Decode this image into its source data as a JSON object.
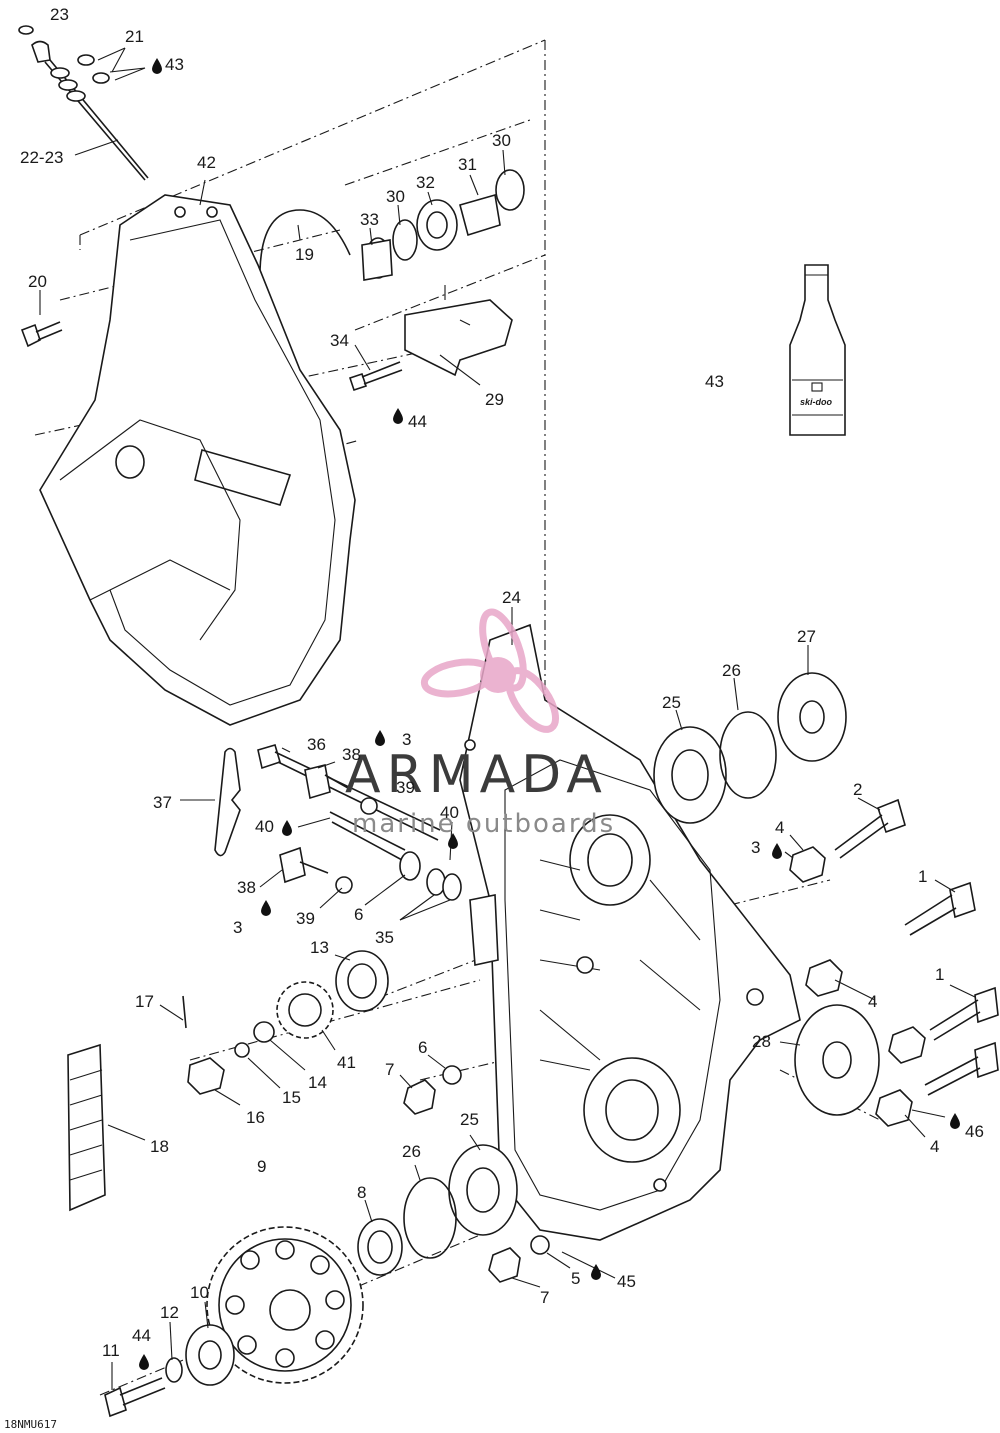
{
  "diagram": {
    "drawing_code": "18NMU617",
    "watermark": {
      "brand": "ARMADA",
      "tagline": "marine outboards",
      "logo_color": "#e8a6c8"
    },
    "bottle_label": "ski-doo",
    "callouts": [
      {
        "id": "c23a",
        "text": "23"
      },
      {
        "id": "c21",
        "text": "21"
      },
      {
        "id": "c43a",
        "text": "43"
      },
      {
        "id": "c22_23",
        "text": "22-23"
      },
      {
        "id": "c42",
        "text": "42"
      },
      {
        "id": "c19",
        "text": "19"
      },
      {
        "id": "c20",
        "text": "20"
      },
      {
        "id": "c33",
        "text": "33"
      },
      {
        "id": "c30a",
        "text": "30"
      },
      {
        "id": "c32",
        "text": "32"
      },
      {
        "id": "c31",
        "text": "31"
      },
      {
        "id": "c30b",
        "text": "30"
      },
      {
        "id": "c34",
        "text": "34"
      },
      {
        "id": "c29",
        "text": "29"
      },
      {
        "id": "c44a",
        "text": "44"
      },
      {
        "id": "c43b",
        "text": "43"
      },
      {
        "id": "c24",
        "text": "24"
      },
      {
        "id": "c27",
        "text": "27"
      },
      {
        "id": "c26a",
        "text": "26"
      },
      {
        "id": "c25a",
        "text": "25"
      },
      {
        "id": "c36",
        "text": "36"
      },
      {
        "id": "c38a",
        "text": "38"
      },
      {
        "id": "c3a",
        "text": "3"
      },
      {
        "id": "c39a",
        "text": "39"
      },
      {
        "id": "c37",
        "text": "37"
      },
      {
        "id": "c40a",
        "text": "40"
      },
      {
        "id": "c40b",
        "text": "40"
      },
      {
        "id": "c2",
        "text": "2"
      },
      {
        "id": "c4a",
        "text": "4"
      },
      {
        "id": "c3b",
        "text": "3"
      },
      {
        "id": "c38b",
        "text": "38"
      },
      {
        "id": "c3c",
        "text": "3"
      },
      {
        "id": "c39b",
        "text": "39"
      },
      {
        "id": "c6a",
        "text": "6"
      },
      {
        "id": "c35",
        "text": "35"
      },
      {
        "id": "c1a",
        "text": "1"
      },
      {
        "id": "c13",
        "text": "13"
      },
      {
        "id": "c17",
        "text": "17"
      },
      {
        "id": "c1b",
        "text": "1"
      },
      {
        "id": "c4b",
        "text": "4"
      },
      {
        "id": "c28",
        "text": "28"
      },
      {
        "id": "c41",
        "text": "41"
      },
      {
        "id": "c14",
        "text": "14"
      },
      {
        "id": "c15",
        "text": "15"
      },
      {
        "id": "c16",
        "text": "16"
      },
      {
        "id": "c6b",
        "text": "6"
      },
      {
        "id": "c7a",
        "text": "7"
      },
      {
        "id": "c18",
        "text": "18"
      },
      {
        "id": "c25b",
        "text": "25"
      },
      {
        "id": "c4c",
        "text": "4"
      },
      {
        "id": "c46",
        "text": "46"
      },
      {
        "id": "c9",
        "text": "9"
      },
      {
        "id": "c26b",
        "text": "26"
      },
      {
        "id": "c8",
        "text": "8"
      },
      {
        "id": "c5",
        "text": "5"
      },
      {
        "id": "c45",
        "text": "45"
      },
      {
        "id": "c7b",
        "text": "7"
      },
      {
        "id": "c10",
        "text": "10"
      },
      {
        "id": "c12",
        "text": "12"
      },
      {
        "id": "c44b",
        "text": "44"
      },
      {
        "id": "c11",
        "text": "11"
      }
    ]
  }
}
